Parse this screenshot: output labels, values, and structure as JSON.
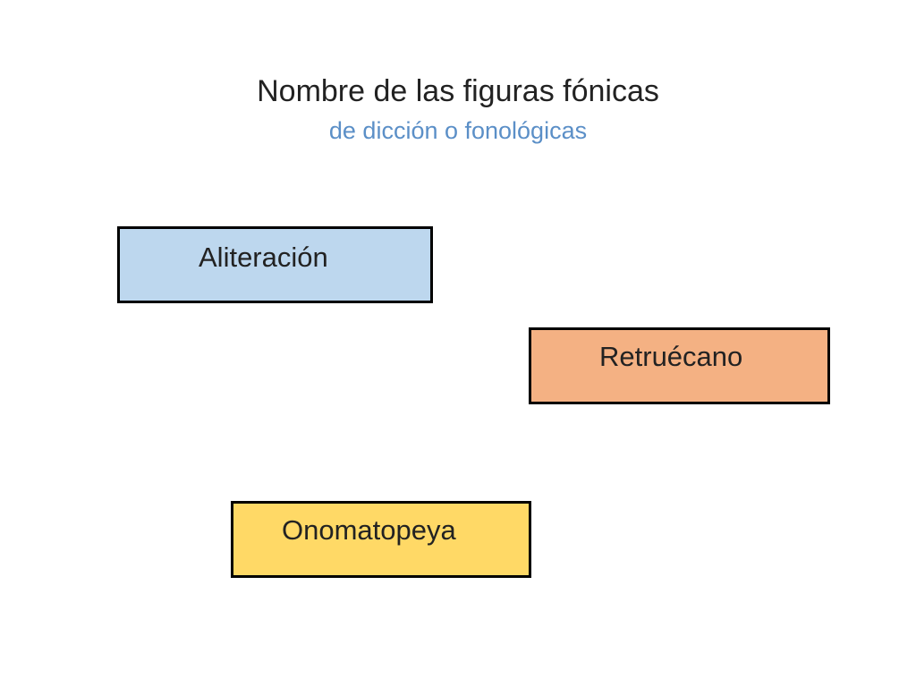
{
  "slide": {
    "title": "Nombre de las figuras fónicas",
    "subtitle": "de dicción o fonológicas"
  },
  "boxes": {
    "aliteracion": {
      "label": "Aliteración",
      "color": "#bdd7ee"
    },
    "retruecano": {
      "label": "Retruécano",
      "color": "#f4b183"
    },
    "onomatopeya": {
      "label": "Onomatopeya",
      "color": "#ffd966"
    }
  },
  "colors": {
    "subtitle": "#5b8fc7",
    "border": "#000000"
  }
}
